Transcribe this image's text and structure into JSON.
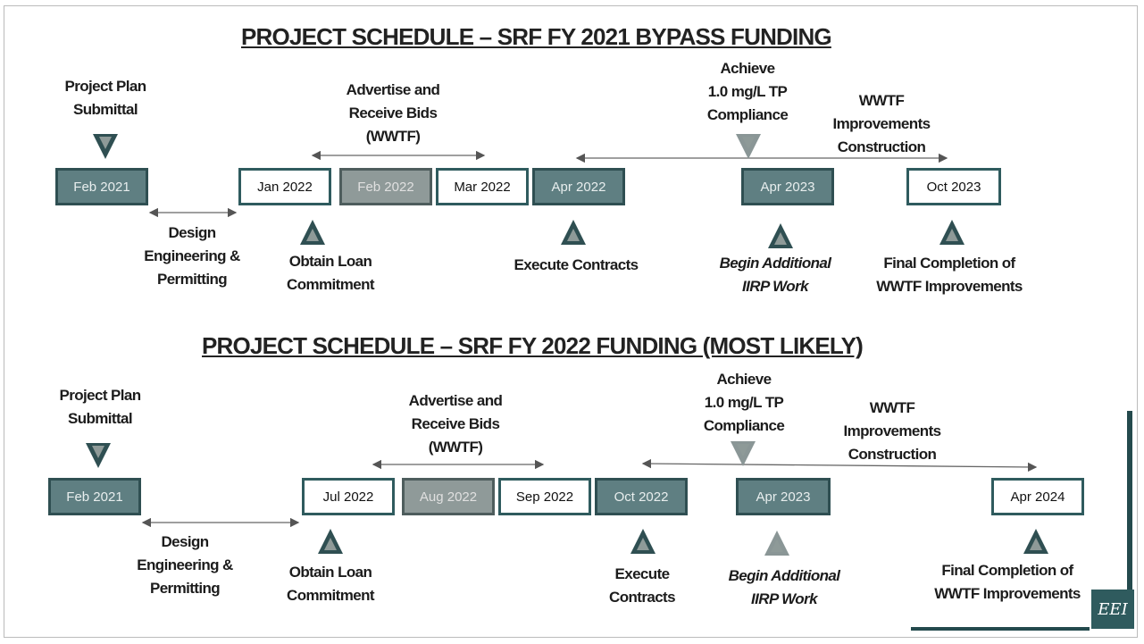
{
  "titles": {
    "top": "PROJECT SCHEDULE – SRF FY 2021 BYPASS FUNDING",
    "bottom": "PROJECT SCHEDULE – SRF FY 2022 FUNDING (MOST LIKELY)"
  },
  "top": {
    "boxes": [
      "Feb 2021",
      "Jan 2022",
      "Feb 2022",
      "Mar 2022",
      "Apr 2022",
      "Apr 2023",
      "Oct 2023"
    ],
    "labels": {
      "submittal": "Project Plan\nSubmittal",
      "bids": "Advertise and\nReceive Bids\n(WWTF)",
      "tp": "Achieve\n1.0 mg/L TP\nCompliance",
      "construction": "WWTF\nImprovements\nConstruction",
      "design": "Design\nEngineering &\nPermitting",
      "loan": "Obtain Loan\nCommitment",
      "contracts": "Execute Contracts",
      "iirp": "Begin Additional\nIIRP Work",
      "final": "Final Completion of\nWWTF Improvements"
    }
  },
  "bottom": {
    "boxes": [
      "Feb 2021",
      "Jul 2022",
      "Aug 2022",
      "Sep 2022",
      "Oct 2022",
      "Apr 2023",
      "Apr 2024"
    ],
    "labels": {
      "submittal": "Project Plan\nSubmittal",
      "bids": "Advertise and\nReceive Bids\n(WWTF)",
      "tp": "Achieve\n1.0 mg/L TP\nCompliance",
      "construction": "WWTF\nImprovements\nConstruction",
      "design": "Design\nEngineering &\nPermitting",
      "loan": "Obtain Loan\nCommitment",
      "contracts": "Execute\nContracts",
      "iirp": "Begin Additional\nIIRP Work",
      "final": "Final Completion of\nWWTF Improvements"
    }
  },
  "logo": "EEI",
  "colors": {
    "dark_teal": "#2f4f52",
    "box_teal": "#5f7f82",
    "gray_box": "#8f9a99"
  }
}
